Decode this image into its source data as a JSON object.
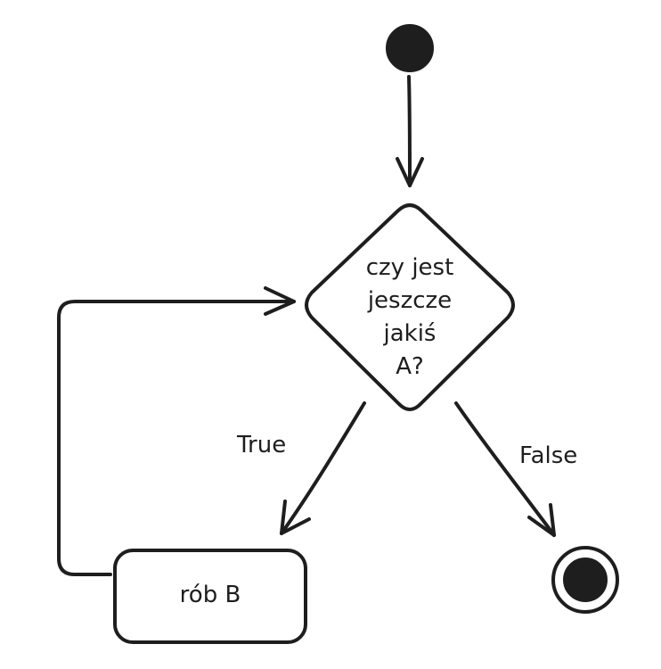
{
  "decision": {
    "line1": "czy jest",
    "line2": "jeszcze",
    "line3": "jakiś",
    "line4": "A?"
  },
  "action": {
    "label": "rób B"
  },
  "edges": {
    "true_label": "True",
    "false_label": "False"
  },
  "colors": {
    "stroke": "#1e1e1e",
    "fill_dark": "#1e1e1e",
    "background": "#ffffff"
  }
}
